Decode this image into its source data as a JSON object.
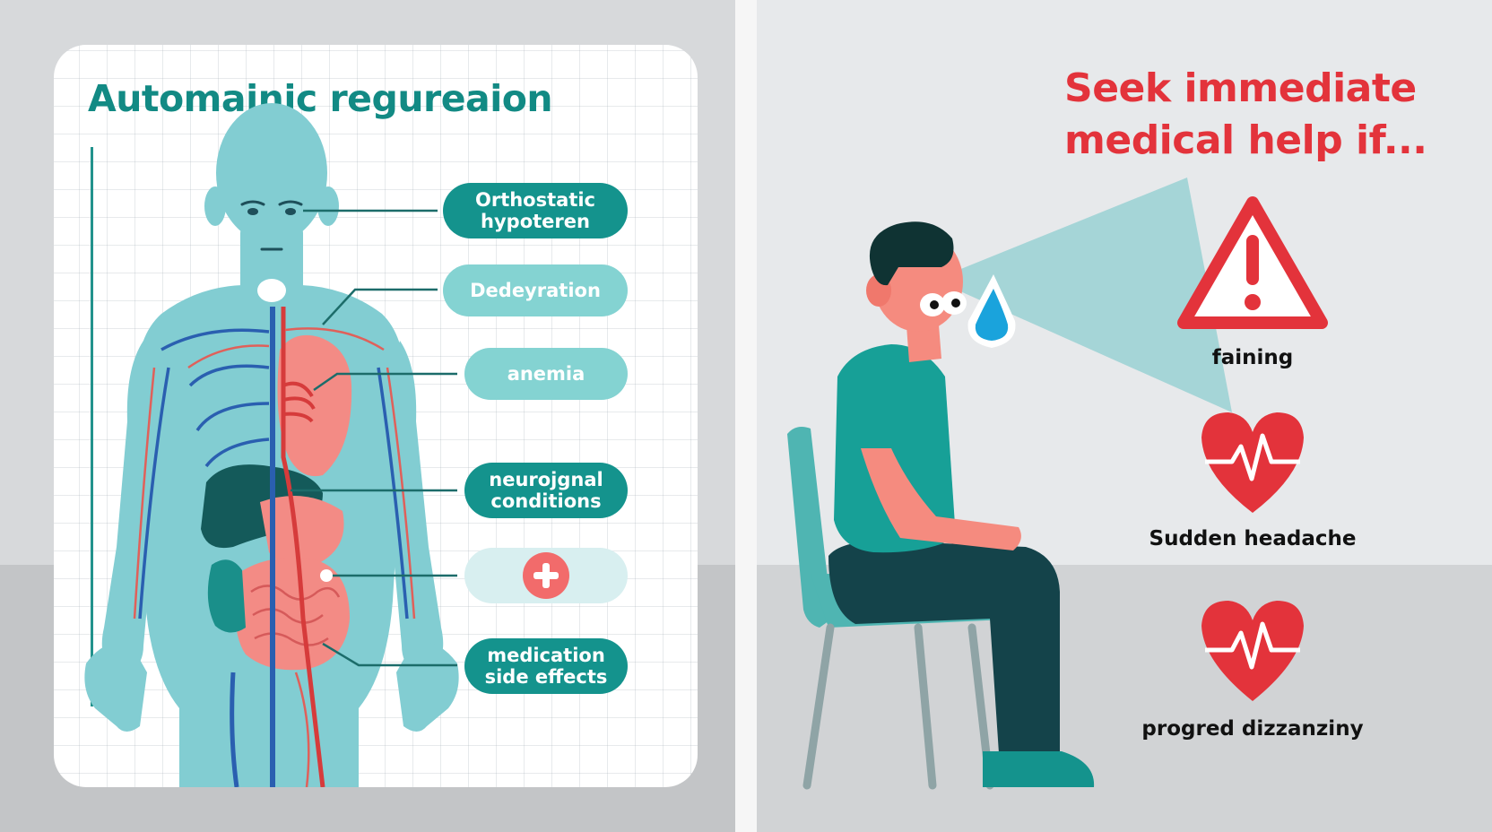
{
  "left": {
    "title": "Automainic regureaion",
    "pills": [
      {
        "label": "Orthostatic\nhypoteren",
        "style": "dark"
      },
      {
        "label": "Dedeyration",
        "style": "light"
      },
      {
        "label": "anemia",
        "style": "light"
      },
      {
        "label": "neurojgnal\nconditions",
        "style": "dark"
      },
      {
        "label": "",
        "style": "pale",
        "icon": "plus-icon"
      },
      {
        "label": "medication\nside effects",
        "style": "dark"
      }
    ]
  },
  "right": {
    "heading": "Seek immediate\nmedical help if...",
    "symptoms": [
      {
        "label": "faining",
        "icon": "warning-triangle-icon"
      },
      {
        "label": "Sudden headache",
        "icon": "heart-pulse-icon"
      },
      {
        "label": "progred dizzanziny",
        "icon": "heart-pulse-icon"
      }
    ]
  },
  "colors": {
    "teal_dark": "#14938d",
    "teal_light": "#84d3d2",
    "alert_red": "#e3333b",
    "body_cyan": "#82cdd2"
  }
}
